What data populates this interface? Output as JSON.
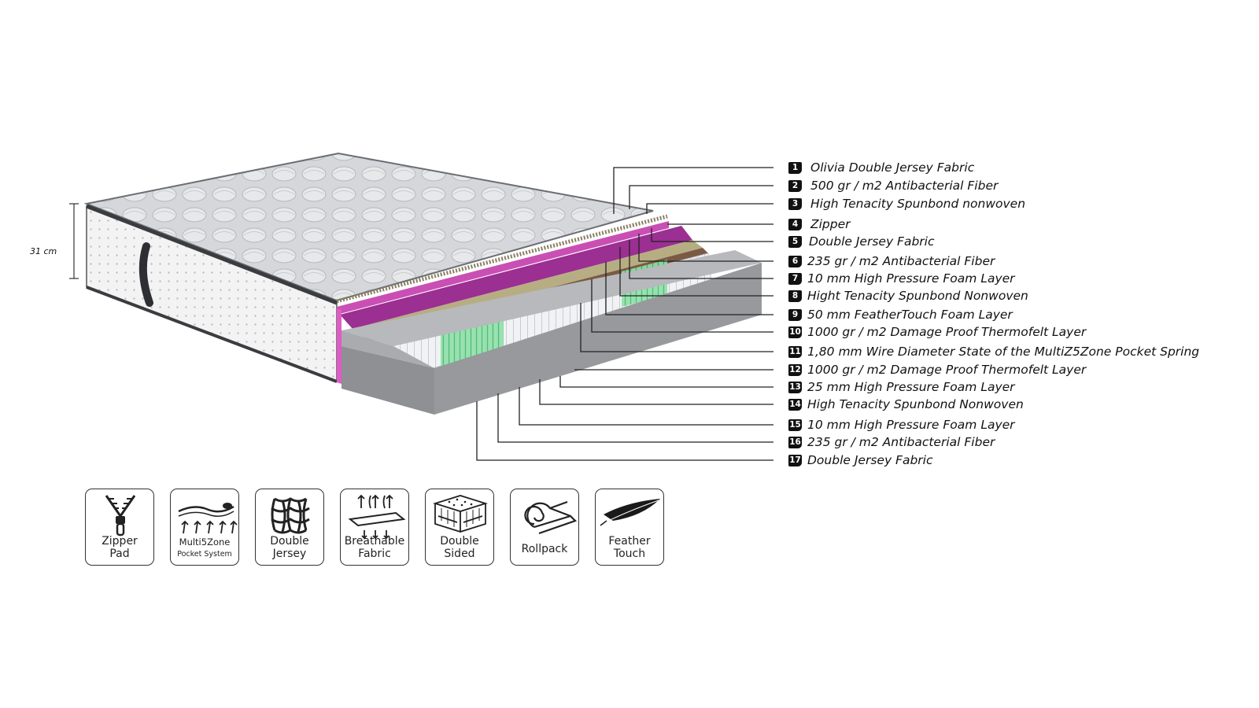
{
  "dimension_label": "31 cm",
  "layers": [
    {
      "number": "1",
      "label": "Olivia Double Jersey Fabric"
    },
    {
      "number": "2",
      "label": "500 gr / m2 Antibacterial Fiber"
    },
    {
      "number": "3",
      "label": "High Tenacity Spunbond nonwoven"
    },
    {
      "number": "4",
      "label": "Zipper"
    },
    {
      "number": "5",
      "label": "Double Jersey Fabric"
    },
    {
      "number": "6",
      "label": "235 gr / m2 Antibacterial Fiber"
    },
    {
      "number": "7",
      "label": "10 mm High Pressure Foam Layer"
    },
    {
      "number": "8",
      "label": "Hight Tenacity Spunbond Nonwoven"
    },
    {
      "number": "9",
      "label": "50 mm FeatherTouch Foam Layer"
    },
    {
      "number": "10",
      "label": "1000 gr / m2 Damage Proof Thermofelt Layer"
    },
    {
      "number": "11",
      "label": "1,80 mm Wire Diameter State of the MultiZ5Zone Pocket Spring"
    },
    {
      "number": "12",
      "label": "1000 gr / m2 Damage Proof Thermofelt Layer"
    },
    {
      "number": "13",
      "label": "25 mm High Pressure Foam Layer"
    },
    {
      "number": "14",
      "label": "High Tenacity Spunbond Nonwoven"
    },
    {
      "number": "15",
      "label": "10 mm High Pressure Foam Layer"
    },
    {
      "number": "16",
      "label": "235 gr / m2 Antibacterial Fiber"
    },
    {
      "number": "17",
      "label": "Double Jersey Fabric"
    }
  ],
  "features": [
    {
      "line1": "Zipper",
      "line2": "Pad",
      "icon": "zipper-icon"
    },
    {
      "line1": "Multi5Zone",
      "line2": "Pocket System",
      "icon": "pocket-system-icon"
    },
    {
      "line1": "Double",
      "line2": "Jersey",
      "icon": "jersey-knit-icon"
    },
    {
      "line1": "Breathable",
      "line2": "Fabric",
      "icon": "breathable-icon"
    },
    {
      "line1": "Double",
      "line2": "Sided",
      "icon": "double-sided-icon"
    },
    {
      "line1": "Rollpack",
      "line2": "",
      "icon": "rollpack-icon"
    },
    {
      "line1": "Feather",
      "line2": "Touch",
      "icon": "feather-icon"
    }
  ]
}
